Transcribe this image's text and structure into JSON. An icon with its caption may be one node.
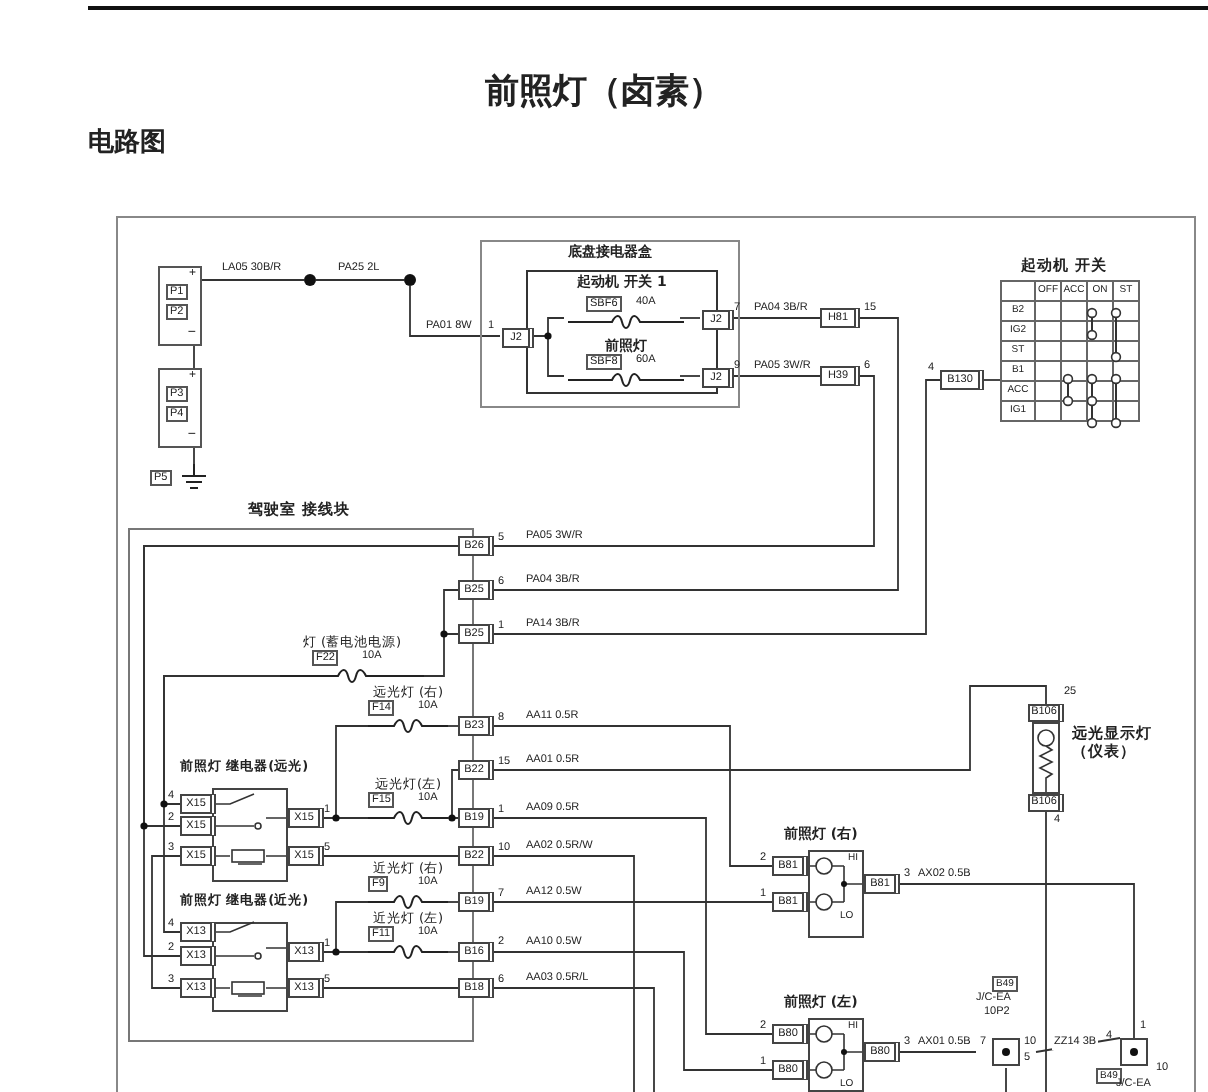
{
  "diagram": {
    "title": "前照灯（卤素）",
    "nodes": [
      {
        "text": [
          "+",
          "P1",
          "P2",
          "−"
        ]
      },
      {
        "text": [
          "+",
          "P3",
          "P4",
          "−"
        ]
      },
      {
        "text": [
          "P5"
        ]
      },
      {
        "text": [
          "底盘接电器盒"
        ]
      },
      {
        "text": [
          "起动机 开关 1"
        ],
        "in": 3
      },
      {
        "text": [
          "SBF6",
          "40A"
        ],
        "in": 4
      },
      {
        "text": [
          "SBF8",
          "60A"
        ],
        "beside": [
          "前照灯"
        ],
        "in": 4
      },
      {
        "text": [
          "J2"
        ],
        "in": 3
      },
      {
        "text": [
          "J2"
        ],
        "in": 3
      },
      {
        "text": [
          "J2"
        ],
        "in": 3
      },
      {
        "text": [
          "H81"
        ]
      },
      {
        "text": [
          "H39"
        ]
      },
      {
        "text": [
          "B130"
        ]
      },
      {
        "text": [
          "起动机 开关",
          "OFF",
          "ACC",
          "ON",
          "ST",
          "B2",
          "IG2",
          "ST",
          "B1",
          "ACC",
          "IG1"
        ]
      },
      {
        "text": [
          "驾驶室 接线块"
        ]
      },
      {
        "text": [
          "B26"
        ],
        "in": 14
      },
      {
        "text": [
          "B25"
        ],
        "in": 14
      },
      {
        "text": [
          "B25"
        ],
        "in": 14
      },
      {
        "text": [
          "B23"
        ],
        "in": 14
      },
      {
        "text": [
          "B22"
        ],
        "in": 14
      },
      {
        "text": [
          "B19"
        ],
        "in": 14
      },
      {
        "text": [
          "B22"
        ],
        "in": 14
      },
      {
        "text": [
          "B19"
        ],
        "in": 14
      },
      {
        "text": [
          "B16"
        ],
        "in": 14
      },
      {
        "text": [
          "B18"
        ],
        "in": 14
      },
      {
        "text": [
          "灯 (蓄电池电源)",
          "F22",
          "10A"
        ],
        "in": 14
      },
      {
        "text": [
          "远光灯 (右)",
          "F14",
          "10A"
        ],
        "in": 14
      },
      {
        "text": [
          "远光灯(左)",
          "F15",
          "10A"
        ],
        "in": 14
      },
      {
        "text": [
          "近光灯 (右)",
          "F9",
          "10A"
        ],
        "in": 14
      },
      {
        "text": [
          "近光灯 (左)",
          "F11",
          "10A"
        ],
        "in": 14
      },
      {
        "text": [
          "前照灯 继电器(远光)"
        ],
        "in": 14
      },
      {
        "text": [
          "X15"
        ],
        "in": 14
      },
      {
        "text": [
          "X15"
        ],
        "in": 14
      },
      {
        "text": [
          "X15"
        ],
        "in": 14
      },
      {
        "text": [
          "X15"
        ],
        "in": 14
      },
      {
        "text": [
          "X15"
        ],
        "in": 14
      },
      {
        "text": [
          "前照灯 继电器(近光)"
        ],
        "in": 14
      },
      {
        "text": [
          "X13"
        ],
        "in": 14
      },
      {
        "text": [
          "X13"
        ],
        "in": 14
      },
      {
        "text": [
          "X13"
        ],
        "in": 14
      },
      {
        "text": [
          "X13"
        ],
        "in": 14
      },
      {
        "text": [
          "X13"
        ],
        "in": 14
      },
      {
        "text": [
          "前照灯 (右)",
          "HI",
          "LO"
        ]
      },
      {
        "text": [
          "B81"
        ]
      },
      {
        "text": [
          "B81"
        ]
      },
      {
        "text": [
          "B81"
        ]
      },
      {
        "text": [
          "前照灯 (左)",
          "HI",
          "LO"
        ]
      },
      {
        "text": [
          "B80"
        ]
      },
      {
        "text": [
          "B80"
        ]
      },
      {
        "text": [
          "B80"
        ]
      },
      {
        "text": [
          "远光显示灯（仪表）"
        ]
      },
      {
        "text": [
          "B106"
        ]
      },
      {
        "text": [
          "B106"
        ]
      },
      {
        "text": [
          "B49",
          "J/C-EA",
          "10P2"
        ],
        "beside": [
          "5"
        ]
      },
      {
        "text": [
          "B49",
          "J/C-EA"
        ],
        "beside": [
          "10"
        ]
      },
      {
        "text": [],
        "shape": "circle"
      },
      {
        "text": [],
        "shape": "circle"
      }
    ],
    "edges": [
      {
        "from": 0,
        "to": 55,
        "arrow": "none",
        "label": "LA05 30B/R"
      },
      {
        "from": 55,
        "to": 56,
        "arrow": "none",
        "label": "PA25 2L"
      },
      {
        "from": 56,
        "to": 7,
        "arrow": "none",
        "label": "PA01 8W"
      },
      {
        "from": 0,
        "to": 1,
        "arrow": "none"
      },
      {
        "from": 1,
        "to": 2,
        "arrow": "none"
      },
      {
        "from": 7,
        "to": 5,
        "arrow": "none"
      },
      {
        "from": 5,
        "to": 8,
        "arrow": "none"
      },
      {
        "from": 7,
        "to": 6,
        "arrow": "none"
      },
      {
        "from": 6,
        "to": 9,
        "arrow": "none"
      },
      {
        "from": 8,
        "to": 10,
        "arrow": "none",
        "label": "PA04 3B/R"
      },
      {
        "from": 9,
        "to": 11,
        "arrow": "none",
        "label": "PA05 3W/R"
      },
      {
        "from": 11,
        "to": 15,
        "arrow": "none",
        "label": "PA05 3W/R"
      },
      {
        "from": 10,
        "to": 16,
        "arrow": "none",
        "label": "PA04 3B/R"
      },
      {
        "from": 12,
        "to": 17,
        "arrow": "none",
        "label": "PA14 3B/R"
      },
      {
        "from": 12,
        "to": 13,
        "arrow": "none"
      },
      {
        "from": 16,
        "to": 17,
        "arrow": "none"
      },
      {
        "from": 17,
        "to": 25,
        "arrow": "none"
      },
      {
        "from": 25,
        "to": 31,
        "arrow": "none"
      },
      {
        "from": 25,
        "to": 37,
        "arrow": "none"
      },
      {
        "from": 15,
        "to": 32,
        "arrow": "none"
      },
      {
        "from": 15,
        "to": 38,
        "arrow": "none"
      },
      {
        "from": 33,
        "to": 39,
        "arrow": "none"
      },
      {
        "from": 34,
        "to": 26,
        "arrow": "none"
      },
      {
        "from": 26,
        "to": 18,
        "arrow": "none"
      },
      {
        "from": 34,
        "to": 27,
        "arrow": "none"
      },
      {
        "from": 27,
        "to": 20,
        "arrow": "none"
      },
      {
        "from": 19,
        "to": 20,
        "arrow": "none"
      },
      {
        "from": 35,
        "to": 21,
        "arrow": "none"
      },
      {
        "from": 40,
        "to": 28,
        "arrow": "none"
      },
      {
        "from": 28,
        "to": 22,
        "arrow": "none"
      },
      {
        "from": 40,
        "to": 29,
        "arrow": "none"
      },
      {
        "from": 29,
        "to": 23,
        "arrow": "none"
      },
      {
        "from": 41,
        "to": 24,
        "arrow": "none"
      },
      {
        "from": 18,
        "to": 43,
        "arrow": "none",
        "label": "AA11 0.5R"
      },
      {
        "from": 19,
        "to": 51,
        "arrow": "none",
        "label": "AA01 0.5R"
      },
      {
        "from": 20,
        "to": 47,
        "arrow": "none",
        "label": "AA09 0.5R"
      },
      {
        "from": 21,
        "to": null,
        "arrow": "none",
        "label": "AA02 0.5R/W"
      },
      {
        "from": 24,
        "to": null,
        "arrow": "none",
        "label": "AA03 0.5R/L"
      },
      {
        "from": 22,
        "to": 44,
        "arrow": "none",
        "label": "AA12 0.5W"
      },
      {
        "from": 23,
        "to": 48,
        "arrow": "none",
        "label": "AA10 0.5W"
      },
      {
        "from": 45,
        "to": 54,
        "arrow": "none",
        "label": "AX02 0.5B"
      },
      {
        "from": 49,
        "to": 53,
        "arrow": "none",
        "label": "AX01 0.5B"
      },
      {
        "from": 53,
        "to": 54,
        "arrow": "none",
        "label": "ZZ14 3B"
      },
      {
        "from": 52,
        "to": null,
        "arrow": "none"
      },
      {
        "from": 53,
        "to": null,
        "arrow": "none"
      }
    ],
    "labels": [
      "电路图",
      "1",
      "7",
      "9",
      "15",
      "6",
      "4",
      "5",
      "6",
      "1",
      "8",
      "15",
      "1",
      "10",
      "7",
      "2",
      "6",
      "4",
      "2",
      "3",
      "1",
      "5",
      "4",
      "2",
      "3",
      "1",
      "5",
      "25",
      "4",
      "2",
      "1",
      "3",
      "2",
      "1",
      "3",
      "7",
      "10",
      "4",
      "1"
    ]
  }
}
